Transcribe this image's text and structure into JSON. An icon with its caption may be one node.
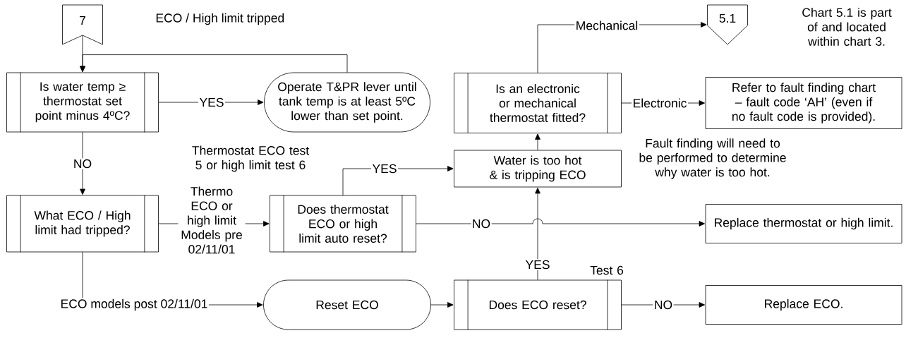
{
  "diagram": {
    "title": "ECO / High limit tripped",
    "nodes": [
      {
        "text": [
          "7"
        ]
      },
      {
        "text": [
          "Is water temp ≥ thermostat set point minus 4ºC?"
        ]
      },
      {
        "text": [
          "Operate T&PR lever until tank temp is at least 5ºC lower than set point."
        ]
      },
      {
        "text": [
          "Is an electronic or mechanical thermostat fitted?"
        ]
      },
      {
        "text": [
          "5.1"
        ]
      },
      {
        "text": [
          "Refer to fault finding chart – fault code ‘AH’ (even if no fault code is provided)."
        ]
      },
      {
        "text": [
          "Water is too hot & is tripping ECO"
        ]
      },
      {
        "text": [
          "What ECO / High limit had tripped?"
        ]
      },
      {
        "text": [
          "Does thermostat ECO or high limit auto reset?"
        ]
      },
      {
        "text": [
          "Replace thermostat or high limit."
        ]
      },
      {
        "text": [
          "Reset ECO"
        ]
      },
      {
        "text": [
          "Does ECO reset?"
        ]
      },
      {
        "text": [
          "Replace ECO."
        ]
      }
    ],
    "edges": [
      {
        "from": 0,
        "to": 1,
        "arrow": "to"
      },
      {
        "from": 1,
        "to": 2,
        "arrow": "to",
        "label": "YES"
      },
      {
        "from": 2,
        "to": 1,
        "arrow": "to"
      },
      {
        "from": 1,
        "to": 7,
        "arrow": "to",
        "label": "NO"
      },
      {
        "from": 7,
        "to": 8,
        "arrow": "to",
        "label": "Thermo ECO or high limit Models pre 02/11/01"
      },
      {
        "from": 7,
        "to": 10,
        "arrow": "to",
        "label": "ECO models post 02/11/01"
      },
      {
        "from": 8,
        "to": 6,
        "arrow": "to",
        "label": "YES"
      },
      {
        "from": 8,
        "to": 9,
        "arrow": "to",
        "label": "NO"
      },
      {
        "from": 10,
        "to": 11,
        "arrow": "to"
      },
      {
        "from": 11,
        "to": 6,
        "arrow": "to",
        "label": "YES"
      },
      {
        "from": 11,
        "to": 12,
        "arrow": "to",
        "label": "NO"
      },
      {
        "from": 6,
        "to": 3,
        "arrow": "to"
      },
      {
        "from": 3,
        "to": 4,
        "arrow": "to",
        "label": "Mechanical"
      },
      {
        "from": 3,
        "to": 5,
        "arrow": "to",
        "label": "Electronic"
      }
    ],
    "labels": [
      "Chart 5.1 is part of and located within chart 3.",
      "Thermostat ECO test 5 or high limit test 6",
      "Fault finding will need to be performed to determine why water is too hot.",
      "Test 6"
    ]
  }
}
